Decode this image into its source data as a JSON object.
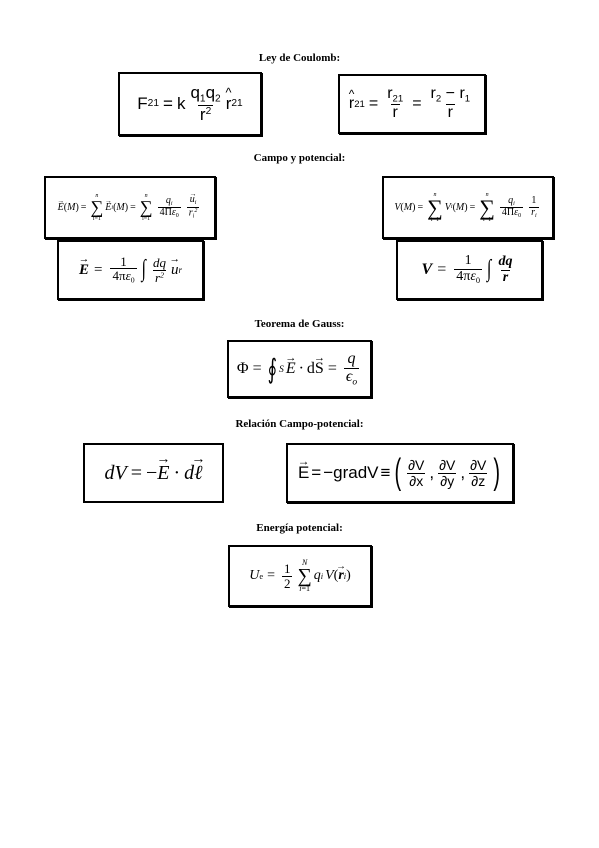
{
  "headings": {
    "coulomb": "Ley de Coulomb:",
    "campo": "Campo y potencial:",
    "gauss": "Teorema de Gauss:",
    "relacion": "Relación Campo-potencial:",
    "energia": "Energía potencial:"
  },
  "formulas": {
    "coulomb_force": "F21 = k q1 q2 / r^2 · r̂21",
    "coulomb_unit_vector": "r̂21 = r21 / r = (r2 − r1) / r",
    "field_sum": "E(M) = Σ Ei(M) = Σ qi / (4Πε0) · ui / ri²",
    "potential_sum": "V(M) = Σ Vi(M) = Σ qi / (4Πε0) · 1 / ri",
    "field_integral": "E = 1/(4πε0) ∫ dq/r² ur",
    "potential_integral": "V = 1/(4πε0) ∫ dq/r",
    "gauss_law": "Φ = ∮S E · dS = q/ε0",
    "dv": "dV = −E · dℓ",
    "gradient": "E = −gradV ≡ (∂V/∂x, ∂V/∂y, ∂V/∂z)",
    "energy": "Ue = 1/2 Σ(i=1..N) qi V(ri)"
  }
}
